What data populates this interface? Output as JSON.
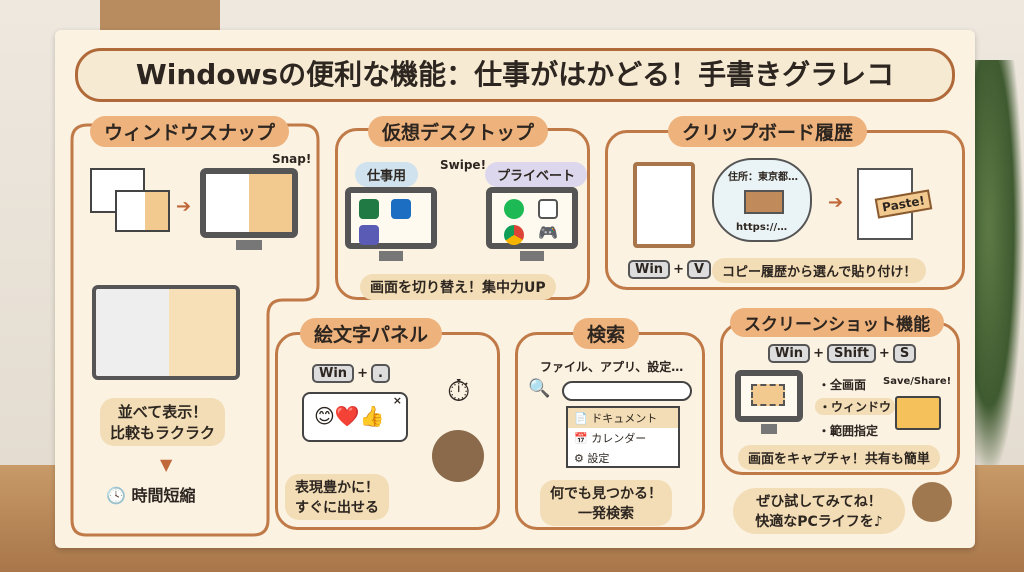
{
  "title": "Windowsの便利な機能：仕事がはかどる！手書きグラレコ",
  "snap": {
    "heading": "ウィンドウスナップ",
    "snap_label": "Snap!",
    "caption": "並べて表示！\n比較もラクラク",
    "result": "時間短縮"
  },
  "virtual": {
    "heading": "仮想デスクトップ",
    "work": "仕事用",
    "private": "プライベート",
    "swipe": "Swipe!",
    "caption": "画面を切り替え！集中力UP"
  },
  "clipboard": {
    "heading": "クリップボード履歴",
    "item1": "住所：東京都…",
    "item2": "https://…",
    "paste": "Paste!",
    "keys": [
      "Win",
      "V"
    ],
    "caption": "コピー履歴から選んで貼り付け！"
  },
  "emoji": {
    "heading": "絵文字パネル",
    "keys": [
      "Win",
      "."
    ],
    "emojis": "😊❤️👍",
    "close": "×",
    "caption": "表現豊かに！\nすぐに出せる"
  },
  "search": {
    "heading": "検索",
    "hint": "ファイル、アプリ、設定…",
    "results": [
      "ドキュメント",
      "カレンダー",
      "設定"
    ],
    "caption": "何でも見つかる！\n一発検索"
  },
  "screenshot": {
    "heading": "スクリーンショット機能",
    "keys": [
      "Win",
      "Shift",
      "S"
    ],
    "options": [
      "・全画面",
      "・ウィンドウ",
      "・範囲指定"
    ],
    "save": "Save/Share!",
    "caption": "画面をキャプチャ！共有も簡単"
  },
  "footer": {
    "message": "ぜひ試してみてね！\n快適なPCライフを♪"
  },
  "plus": "+",
  "colors": {
    "accent": "#eeb27c",
    "border": "#c07a48",
    "paper": "#fbf2e2"
  }
}
